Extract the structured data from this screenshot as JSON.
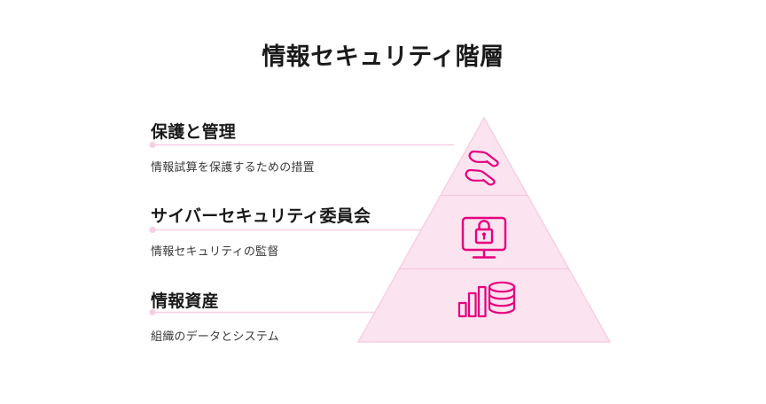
{
  "page": {
    "title": "情報セキュリティ階層",
    "background_color": "#FFFFFF"
  },
  "colors": {
    "accent": "#E5007E",
    "pyramid_fill": "#FBE3EF",
    "pyramid_stroke": "#F6CFE3",
    "connector_line": "#F6CFE3",
    "heading_text": "#1A1A1A",
    "subtitle_text": "#3A3A3A"
  },
  "pyramid": {
    "tiers": [
      {
        "id": "tier-1",
        "heading": "保護と管理",
        "subtitle": "情報試算を保護するための措置",
        "icon": "helping-hands-icon"
      },
      {
        "id": "tier-2",
        "heading": "サイバーセキュリティ委員会",
        "subtitle": "情報セキュリティの監督",
        "icon": "monitor-lock-icon"
      },
      {
        "id": "tier-3",
        "heading": "情報資産",
        "subtitle": "組織のデータとシステム",
        "icon": "bar-chart-database-icon"
      }
    ]
  }
}
